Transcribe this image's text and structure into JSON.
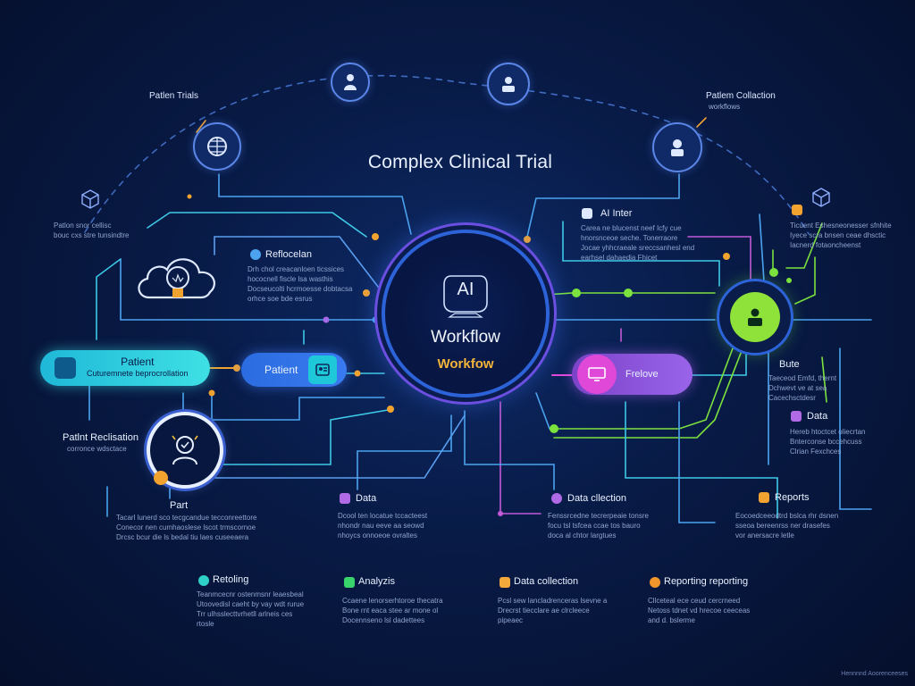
{
  "title": "Complex Clinical Trial",
  "hub": {
    "line1": "AI",
    "line2": "Workflow",
    "line3": "Workfow"
  },
  "top_left": {
    "label": "Patlen Trials"
  },
  "top_right": {
    "label": "Patlem Collaction",
    "sub": "workflows"
  },
  "left_note": {
    "text": "Patlon snor cellisc\nbouc cxs stre tunsindtre"
  },
  "left_bubble": {
    "label": "Patient",
    "sub": "Cuturemnete beprocrollation"
  },
  "left_patient": {
    "label": "Patient"
  },
  "left_lower": {
    "label": "Patlnt Reclisation",
    "sub": "corronce wdsctace"
  },
  "mid_left_block": {
    "head": "Reflocelan",
    "text": "Drh chol creacanloen ticssices\nhococnell fiscle lsa wasthis\nDocseucolti hcrmoesse dobtacsa\norhce soe bde esrus"
  },
  "ai_block": {
    "head": "AI Inter",
    "text": "Carea ne blucenst neef Icfy cue\nhnorsnceoe seche. Tonerraore\nJocae yhhcraeale sreccsanhesl end\nearhsel dahaedia Fhicet"
  },
  "right_block": {
    "text": "Ticuent Eshesneonesser sfnhite\nIyece scra bnsen ceae dhsctic\nIacnerd fotaoncheenst"
  },
  "right_mid": {
    "head": "Bute",
    "text": "Taeceod Emfd, thernt\nDchwevt ve at sea\nCacechsctdesr"
  },
  "right_data": {
    "head": "Data",
    "text": "Hereb htoctcet oliecrtan\nBnterconse bccehcuss\nClrian Fexchces"
  },
  "right_pill": {
    "label": "Frelove"
  },
  "left_bottom_block": {
    "head": "Part",
    "text": "Tacarl lunerd sco tecgcandue tecconreettore\nConecor nen cumhaoslese lscot trmscornoe\nDrcsc bcur die ls bedal tiu laes cuseeaera"
  },
  "data_block": {
    "head": "Data",
    "text": "Dcool ten locatue tccacteest\nnhondr nau eeve aa seowd\nnhoycs onnoeoe ovraltes"
  },
  "datac_block": {
    "head": "Data cllection",
    "text": "Fenssrcedne tecrerpeaie tonsre\nfocu tsl tsfcea ccae tos bauro\ndoca al chtor largtues"
  },
  "reports_block": {
    "head": "Reports",
    "text": "Eocoedceeodtrd bslca rhr dsnen\nsseoa bereenrss ner drasefes\nvor anersacre letle"
  },
  "bottom": [
    {
      "head": "Retoling",
      "icon": "#2fd0c8",
      "text": "Teanmcecnr ostenmsnr leaesbeal\nUtoovedisl caeht by vay wdt rurue\nTrr ulhsslecttvrhetll arlneis ces\nrtosle"
    },
    {
      "head": "Analyzis",
      "icon": "#39d36b",
      "text": "Ccaene lenorserhtoroe thecatra\nBone rnt eaca stee ar mone ol\nDocennseno lsl dadettees"
    },
    {
      "head": "Data collection",
      "icon": "#f2a83a",
      "text": "Pcsl sew lancladrenceras lsevne a\nDrecrst tiecclare ae clrcleece\npipeaec"
    },
    {
      "head": "Reporting reporting",
      "icon": "#f0962d",
      "text": "Cllceteal ece ceud cercrneed\nNetoss tdnet vd hrecoe ceeceas\nand d. bslerme"
    }
  ],
  "footer": "Hennnnd Aoorenceeses",
  "colors": {
    "wire_blue": "#3f8ff0",
    "wire_cyan": "#39c9e8",
    "wire_green": "#7be23e",
    "wire_purple": "#a46ae6",
    "accent_orange": "#f2a22e",
    "pink": "#e04ad8",
    "teal": "#2fd8d0"
  }
}
